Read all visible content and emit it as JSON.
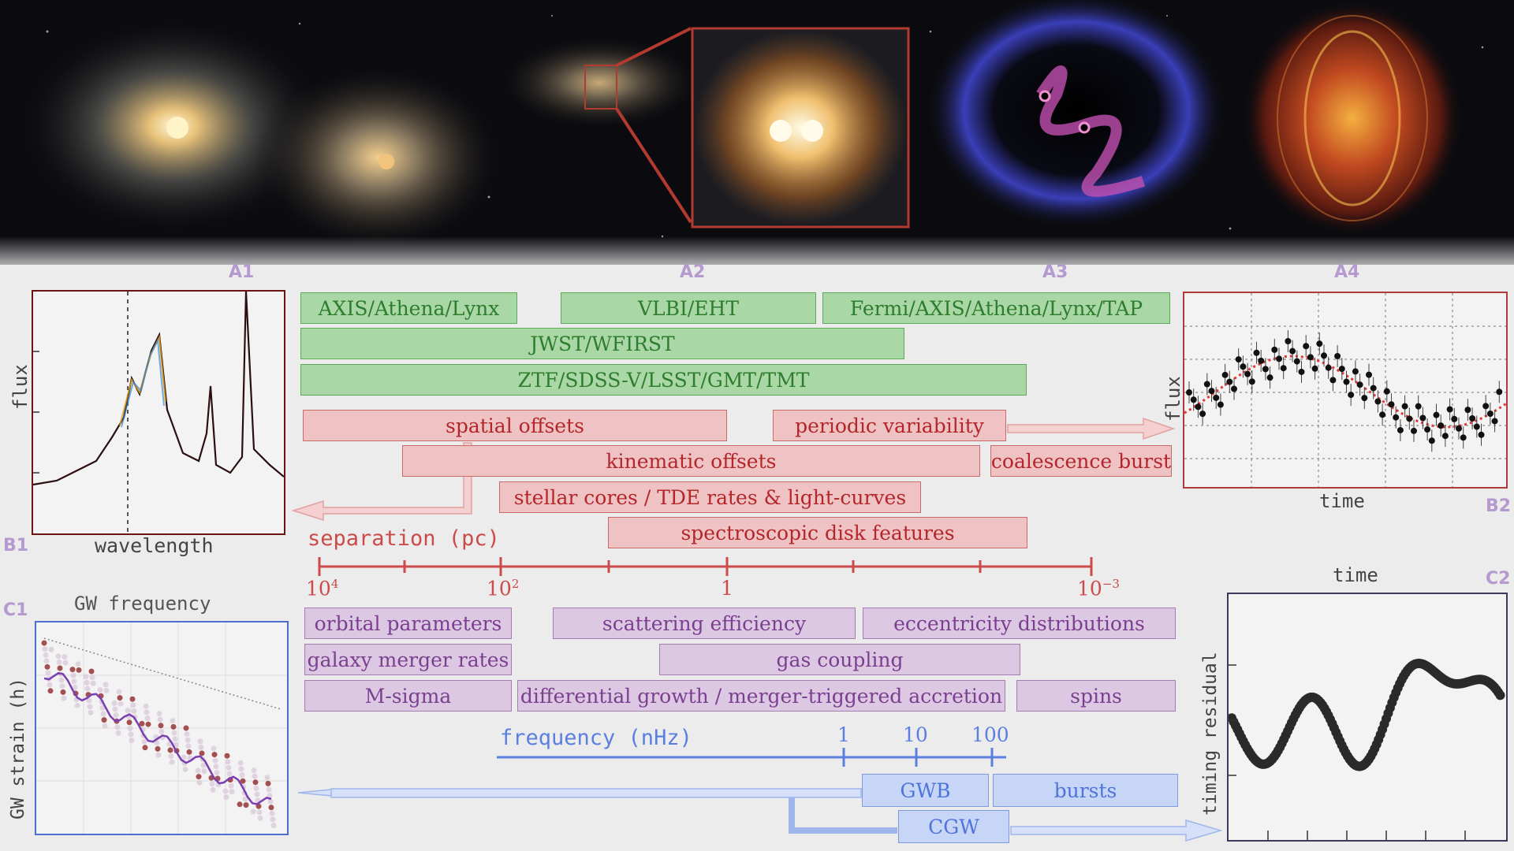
{
  "panels": {
    "a1": "A1",
    "a2": "A2",
    "a3": "A3",
    "a4": "A4",
    "b1": "B1",
    "b2": "B2",
    "c1": "C1",
    "c2": "C2"
  },
  "b1_plot": {
    "xlabel": "wavelength",
    "ylabel": "flux"
  },
  "b2_plot": {
    "xlabel": "time",
    "ylabel": "flux"
  },
  "c1_plot": {
    "xlabel": "GW frequency",
    "ylabel": "GW strain (h)"
  },
  "c2_plot": {
    "xlabel": "time",
    "ylabel": "timing residual"
  },
  "observatories": {
    "axis": "AXIS/Athena/Lynx",
    "vlbi": "VLBI/EHT",
    "fermi": "Fermi/AXIS/Athena/Lynx/TAP",
    "jwst": "JWST/WFIRST",
    "ztf": "ZTF/SDSS-V/LSST/GMT/TMT"
  },
  "em_signatures": {
    "spatial": "spatial offsets",
    "periodic": "periodic variability",
    "kinematic": "kinematic offsets",
    "coalescence": "coalescence burst",
    "stellar": "stellar cores / TDE rates & light-curves",
    "spectro": "spectroscopic disk features"
  },
  "separation_axis": {
    "label": "separation (pc)",
    "tick_left": "10",
    "tick_left_exp": "4",
    "tick_mid": "10",
    "tick_mid_exp": "2",
    "tick_one": "1",
    "tick_right": "10",
    "tick_right_exp": "−3"
  },
  "physics": {
    "orbital": "orbital parameters",
    "scattering": "scattering efficiency",
    "eccentricity": "eccentricity distributions",
    "merger_rates": "galaxy merger rates",
    "gas": "gas coupling",
    "msigma": "M-sigma",
    "growth": "differential growth / merger-triggered accretion",
    "spins": "spins"
  },
  "frequency_axis": {
    "label": "frequency (nHz)",
    "t1": "1",
    "t10": "10",
    "t100": "100"
  },
  "gw_signals": {
    "gwb": "GWB",
    "bursts": "bursts",
    "cgw": "CGW"
  },
  "colors": {
    "green": "#2e7d2e",
    "red": "#b3262b",
    "purple": "#7a3f8e",
    "blue": "#4f74d9"
  }
}
